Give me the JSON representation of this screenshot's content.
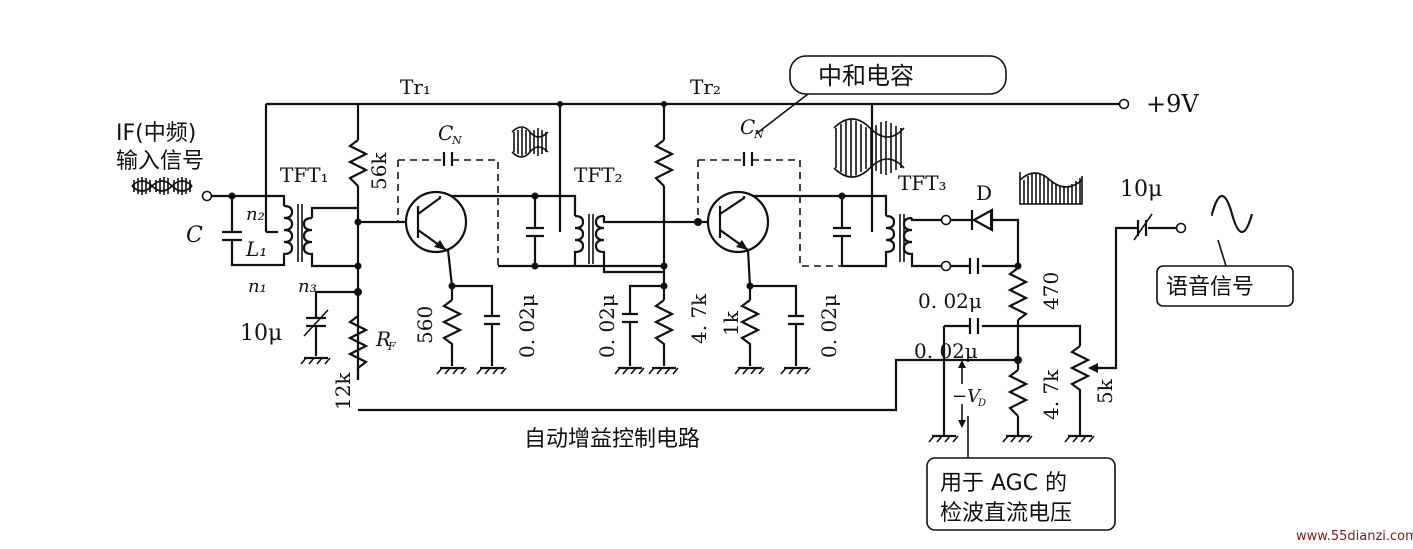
{
  "labels": {
    "tr1": "Tr₁",
    "tr2": "Tr₂",
    "supply": "+9V",
    "neutral_cap": "中和电容",
    "if_input_line1": "IF(中频)",
    "if_input_line2": "输入信号",
    "tft1": "TFT₁",
    "tft2": "TFT₂",
    "tft3": "TFT₃",
    "cn1": "C",
    "cn2": "C",
    "cn_sub": "N",
    "c": "C",
    "n2": "n₂",
    "l1": "L₁",
    "n1": "n₁",
    "n3": "n₃",
    "r56k": "56k",
    "r560": "560",
    "c002_a": "0. 02μ",
    "c002_b": "0. 02μ",
    "r47k_a": "4. 7k",
    "r1k": "1k",
    "c002_c": "0. 02μ",
    "c10u_left": "10μ",
    "rf": "R",
    "rf_sub": "F",
    "r12k": "12k",
    "diode": "D",
    "c10u_right": "10μ",
    "speech": "语音信号",
    "c002_d": "0. 02μ",
    "r470": "470",
    "c002_e": "0. 02μ",
    "vd": "−V",
    "vd_sub": "D",
    "r47k_b": "4. 7k",
    "r5k": "5k",
    "agc_circuit": "自动增益控制电路",
    "agc_note_line1": "用于 AGC 的",
    "agc_note_line2": "检波直流电压",
    "watermark": "www.55dianzi.com"
  }
}
